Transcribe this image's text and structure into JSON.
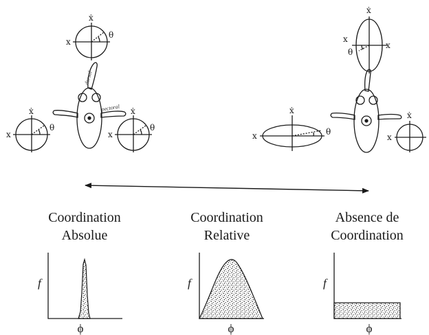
{
  "symbols": {
    "xdot": "ẋ",
    "x": "x",
    "theta": "θ",
    "f": "f",
    "phi": "ϕ"
  },
  "fins": {
    "dorsal": "dorsal",
    "pectoral": "pectoral"
  },
  "panels": [
    {
      "title_line1": "Coordination",
      "title_line2": "Absolue"
    },
    {
      "title_line1": "Coordination",
      "title_line2": "Relative"
    },
    {
      "title_line1": "Absence de",
      "title_line2": "Coordination"
    }
  ]
}
